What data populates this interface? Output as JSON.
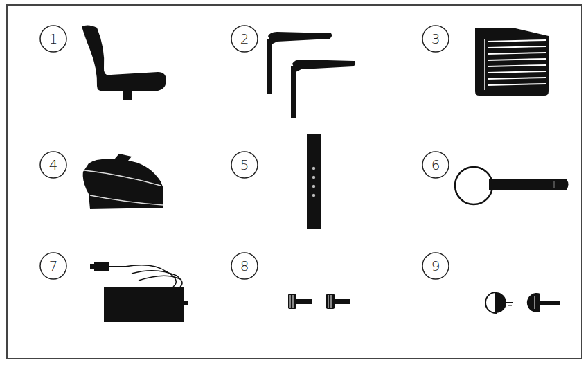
{
  "diagram": {
    "nodes": [
      {
        "text": [
          "1"
        ]
      },
      {
        "text": [
          "2"
        ]
      },
      {
        "text": [
          "3"
        ]
      },
      {
        "text": [
          "4"
        ]
      },
      {
        "text": [
          "5"
        ]
      },
      {
        "text": [
          "6"
        ]
      },
      {
        "text": [
          "7"
        ]
      },
      {
        "text": [
          "8"
        ]
      },
      {
        "text": [
          "9"
        ]
      }
    ]
  }
}
